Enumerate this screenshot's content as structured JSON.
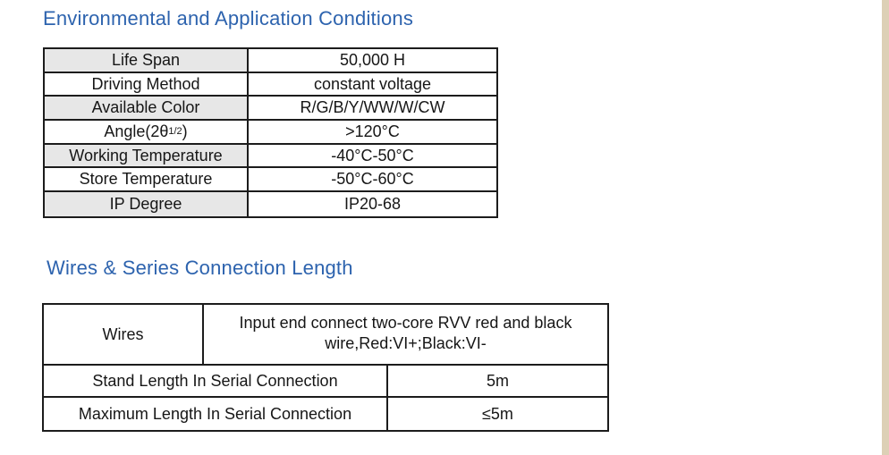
{
  "colors": {
    "heading_blue": "#2d63ae",
    "table_border": "#1c1c1c",
    "shaded_cell": "#e7e7e7",
    "edge_strip": "#ddd0b6",
    "page_background": "#ffffff"
  },
  "section_environmental": {
    "title": "Environmental and Application Conditions",
    "table": {
      "rows": [
        {
          "label": "Life Span",
          "value": "50,000 H",
          "shaded": true
        },
        {
          "label": "Driving Method",
          "value": "constant voltage",
          "shaded": false
        },
        {
          "label": "Available Color",
          "value": "R/G/B/Y/WW/W/CW",
          "shaded": true
        },
        {
          "label": "Angle(2θ",
          "label_sub": "1/2",
          "label_suffix": ")",
          "value": ">120°C",
          "shaded": false
        },
        {
          "label": "Working Temperature",
          "value": "-40°C-50°C",
          "shaded": true
        },
        {
          "label": "Store Temperature",
          "value": "-50°C-60°C",
          "shaded": false
        },
        {
          "label": "IP Degree",
          "value": "IP20-68",
          "shaded": true
        }
      ]
    }
  },
  "section_wires": {
    "title": "Wires & Series Connection Length",
    "table": {
      "wires_row": {
        "label": "Wires",
        "value_line1": "Input end connect two-core RVV red and black",
        "value_line2": "wire,Red:VI+;Black:VI-"
      },
      "rows": [
        {
          "label": "Stand Length In Serial Connection",
          "value": "5m"
        },
        {
          "label": "Maximum Length In Serial Connection",
          "value": "≤5m"
        }
      ]
    }
  }
}
